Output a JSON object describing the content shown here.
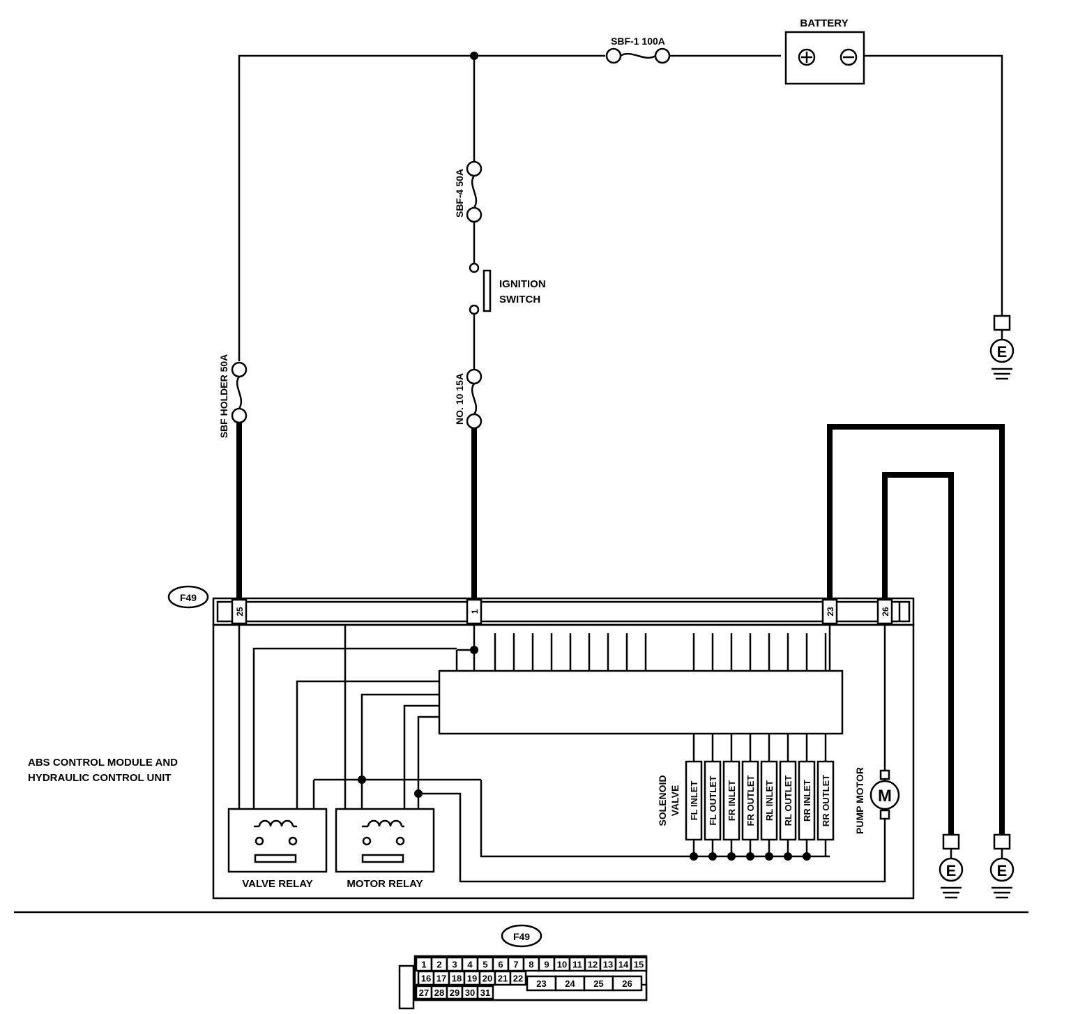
{
  "labels": {
    "battery": "BATTERY",
    "sbf1": "SBF-1 100A",
    "sbf4": "SBF-4 50A",
    "ignition_line1": "IGNITION",
    "ignition_line2": "SWITCH",
    "no10": "NO. 10 15A",
    "sbf_holder": "SBF HOLDER 50A",
    "abs_line1": "ABS CONTROL MODULE AND",
    "abs_line2": "HYDRAULIC CONTROL UNIT",
    "valve_relay": "VALVE RELAY",
    "motor_relay": "MOTOR RELAY",
    "solenoid_line1": "SOLENOID",
    "solenoid_line2": "VALVE",
    "pump_motor": "PUMP MOTOR",
    "motor_symbol": "M",
    "ground_symbol": "E",
    "plus_symbol": "⊕",
    "minus_symbol": "⊖"
  },
  "connector_id": "F49",
  "pins": {
    "p25": "25",
    "p1": "1",
    "p23": "23",
    "p26": "26"
  },
  "solenoids": [
    "FL INLET",
    "FL OUTLET",
    "FR INLET",
    "FR OUTLET",
    "RL INLET",
    "RL OUTLET",
    "RR INLET",
    "RR OUTLET"
  ],
  "connector_table": {
    "row1": [
      "1",
      "2",
      "3",
      "4",
      "5",
      "6",
      "7",
      "8",
      "9",
      "10",
      "11",
      "12",
      "13",
      "14",
      "15"
    ],
    "row2": [
      "16",
      "17",
      "18",
      "19",
      "20",
      "21",
      "22"
    ],
    "row2_large": [
      "23",
      "24",
      "25",
      "26"
    ],
    "row3": [
      "27",
      "28",
      "29",
      "30",
      "31"
    ]
  }
}
